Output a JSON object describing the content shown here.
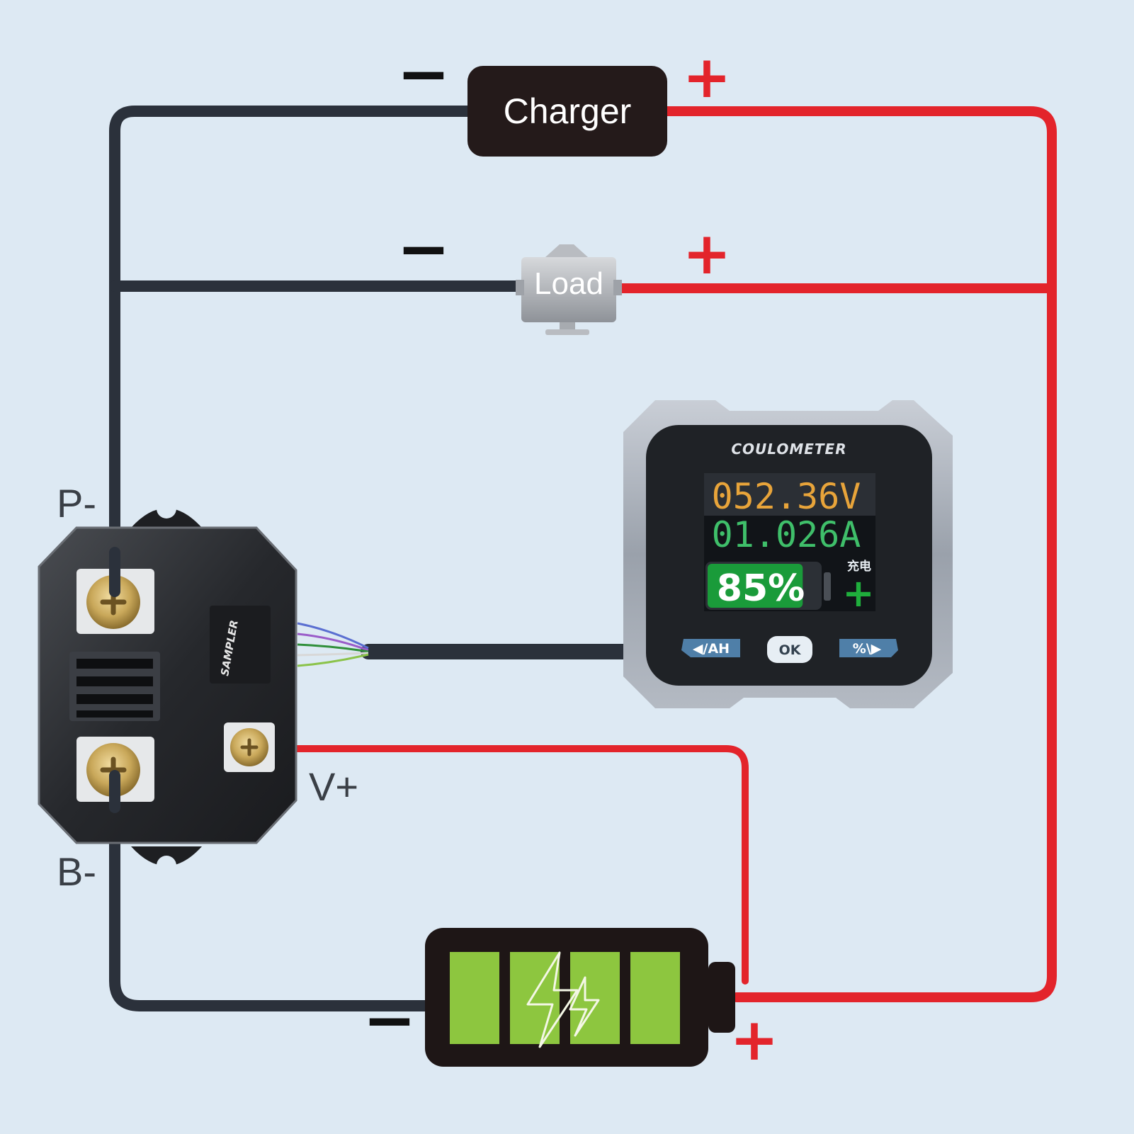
{
  "charger": {
    "label": "Charger"
  },
  "load": {
    "label": "Load"
  },
  "terminals": {
    "p_minus": "P-",
    "b_minus": "B-",
    "v_plus": "V+"
  },
  "sampler": {
    "label": "SAMPLER"
  },
  "coulometer": {
    "title": "COULOMETER",
    "voltage": "052.36V",
    "current": "01.026A",
    "percent": "85%",
    "mode": "充电",
    "percent_value": 85,
    "buttons": {
      "left": "◀/AH",
      "ok": "OK",
      "right": "%\\▶"
    }
  },
  "polarity": {
    "minus": "−",
    "plus": "+"
  },
  "colors": {
    "negative_wire": "#2b313b",
    "positive_wire": "#e3242b",
    "battery_fill": "#8dc63f",
    "plus_sign": "#e3242b"
  },
  "icons": [
    "charger-box",
    "load-device",
    "sampler-module",
    "coulometer-display",
    "battery-icon",
    "lightning-icon",
    "screw-terminal"
  ]
}
